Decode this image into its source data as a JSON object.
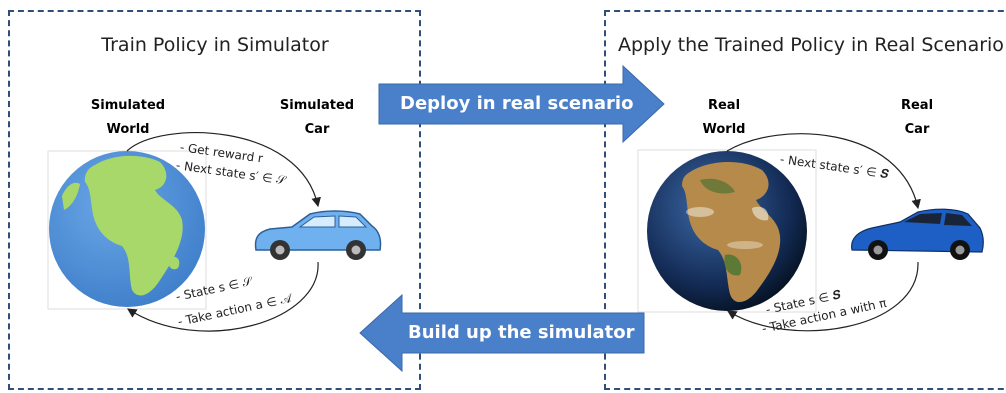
{
  "left_panel": {
    "title": "Train Policy in Simulator",
    "world_label": [
      "Simulated",
      "World"
    ],
    "car_label": [
      "Simulated",
      "Car"
    ],
    "top_annotations": [
      "- Get reward r",
      "- Next state s′ ∈ 𝒮"
    ],
    "bottom_annotations": [
      "- State s ∈ 𝒮",
      "- Take action a ∈ 𝒜"
    ]
  },
  "right_panel": {
    "title": "Apply the Trained Policy in Real Scenario",
    "world_label": [
      "Real",
      "World"
    ],
    "car_label": [
      "Real",
      "Car"
    ],
    "top_annotations": [
      "- Next state s′ ∈ 𝑺"
    ],
    "bottom_annotations": [
      "- State s ∈ 𝑺",
      "- Take action a with π"
    ]
  },
  "arrows": {
    "deploy": "Deploy in real scenario",
    "build": "Build up the simulator"
  },
  "colors": {
    "arrow_fill": "#4a7fc9",
    "panel_border": "#2f4f7a",
    "sim_ocean": "#4f8fd8",
    "sim_land": "#a8d86a",
    "sim_car": "#6fb0ee",
    "real_ocean": "#1b3a6b",
    "real_land": "#b58a4a",
    "real_car": "#1d5fc4"
  }
}
